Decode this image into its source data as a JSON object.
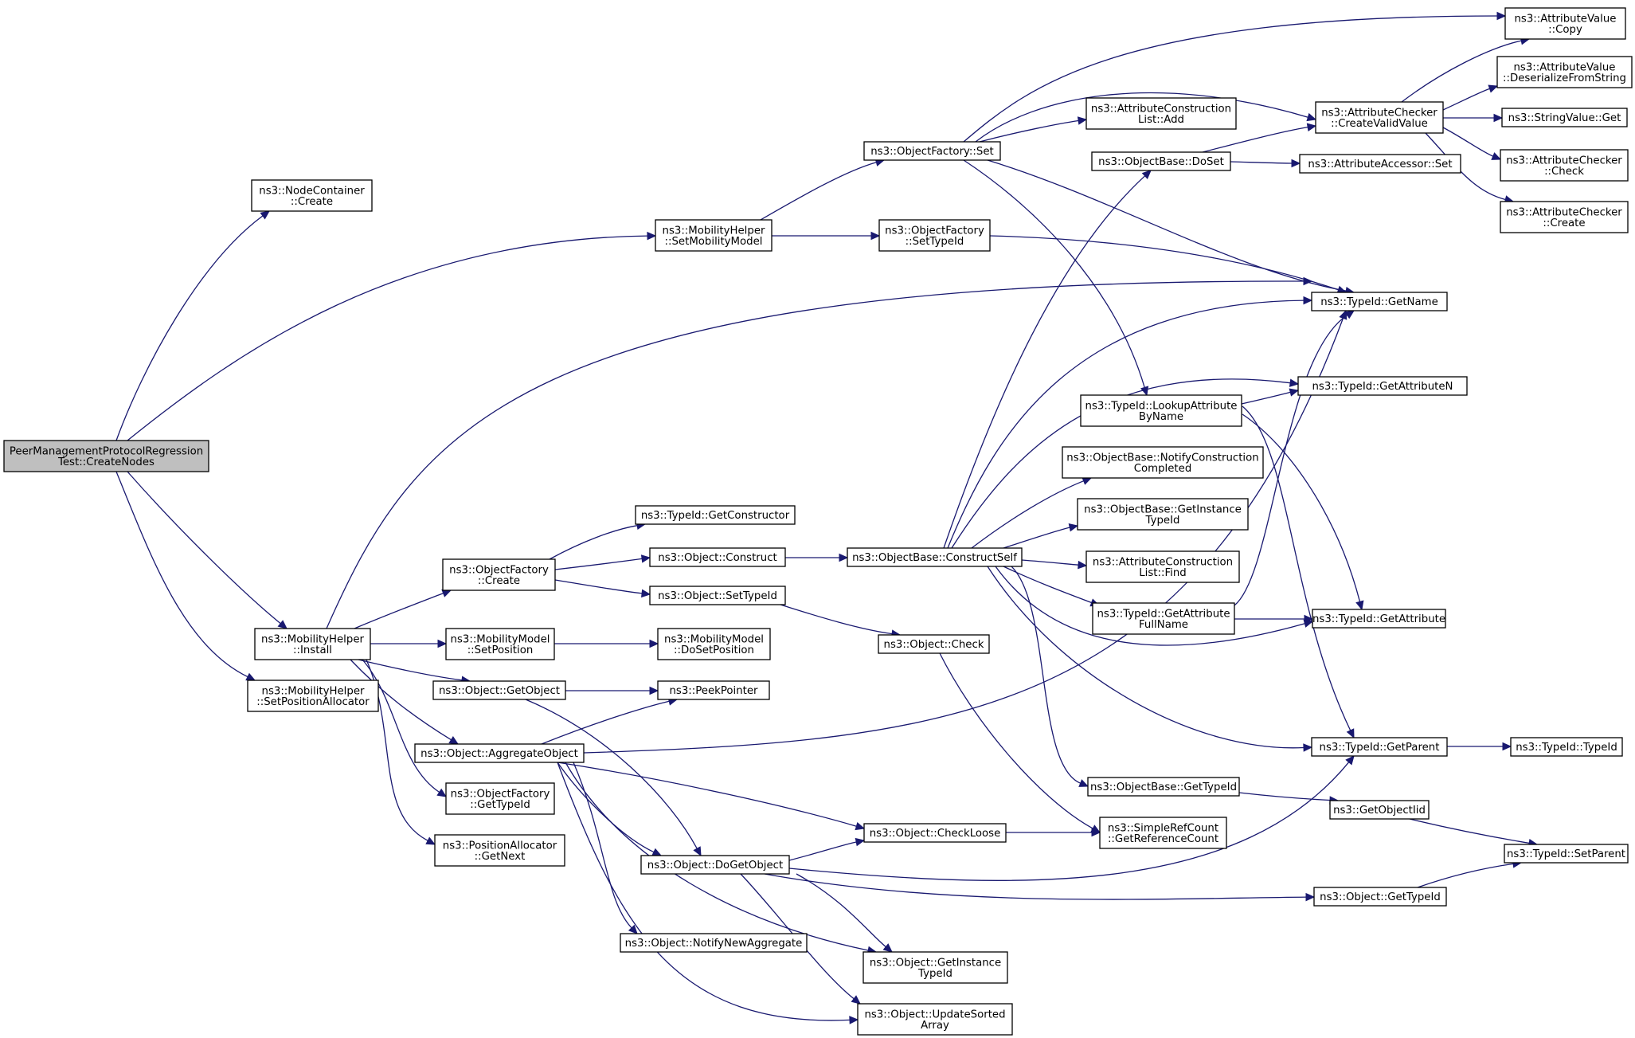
{
  "nodes": [
    {
      "id": "root",
      "lines": [
        "PeerManagementProtocolRegression",
        "Test::CreateNodes"
      ],
      "root": true
    },
    {
      "id": "nc_create",
      "lines": [
        "ns3::NodeContainer",
        "::Create"
      ]
    },
    {
      "id": "mh_setmob",
      "lines": [
        "ns3::MobilityHelper",
        "::SetMobilityModel"
      ]
    },
    {
      "id": "mh_install",
      "lines": [
        "ns3::MobilityHelper",
        "::Install"
      ]
    },
    {
      "id": "mh_setpos",
      "lines": [
        "ns3::MobilityHelper",
        "::SetPositionAllocator"
      ]
    },
    {
      "id": "of_set",
      "lines": [
        "ns3::ObjectFactory::Set"
      ]
    },
    {
      "id": "of_settypeid",
      "lines": [
        "ns3::ObjectFactory",
        "::SetTypeId"
      ]
    },
    {
      "id": "tid_getname",
      "lines": [
        "ns3::TypeId::GetName"
      ]
    },
    {
      "id": "av_copy",
      "lines": [
        "ns3::AttributeValue",
        "::Copy"
      ]
    },
    {
      "id": "acl_add",
      "lines": [
        "ns3::AttributeConstruction",
        "List::Add"
      ]
    },
    {
      "id": "ac_createvalid",
      "lines": [
        "ns3::AttributeChecker",
        "::CreateValidValue"
      ]
    },
    {
      "id": "tid_lookup",
      "lines": [
        "ns3::TypeId::LookupAttribute",
        "ByName"
      ]
    },
    {
      "id": "av_deser",
      "lines": [
        "ns3::AttributeValue",
        "::DeserializeFromString"
      ]
    },
    {
      "id": "sv_get",
      "lines": [
        "ns3::StringValue::Get"
      ]
    },
    {
      "id": "ac_check",
      "lines": [
        "ns3::AttributeChecker",
        "::Check"
      ]
    },
    {
      "id": "ac_create",
      "lines": [
        "ns3::AttributeChecker",
        "::Create"
      ]
    },
    {
      "id": "ob_doset",
      "lines": [
        "ns3::ObjectBase::DoSet"
      ]
    },
    {
      "id": "aa_set",
      "lines": [
        "ns3::AttributeAccessor::Set"
      ]
    },
    {
      "id": "of_create",
      "lines": [
        "ns3::ObjectFactory",
        "::Create"
      ]
    },
    {
      "id": "tid_getctor",
      "lines": [
        "ns3::TypeId::GetConstructor"
      ]
    },
    {
      "id": "obj_construct",
      "lines": [
        "ns3::Object::Construct"
      ]
    },
    {
      "id": "obj_settypeid",
      "lines": [
        "ns3::Object::SetTypeId"
      ]
    },
    {
      "id": "ob_constructself",
      "lines": [
        "ns3::ObjectBase::ConstructSelf"
      ]
    },
    {
      "id": "tid_getattrn",
      "lines": [
        "ns3::TypeId::GetAttributeN"
      ]
    },
    {
      "id": "ob_notify",
      "lines": [
        "ns3::ObjectBase::NotifyConstruction",
        "Completed"
      ]
    },
    {
      "id": "ob_getinst",
      "lines": [
        "ns3::ObjectBase::GetInstance",
        "TypeId"
      ]
    },
    {
      "id": "acl_find",
      "lines": [
        "ns3::AttributeConstruction",
        "List::Find"
      ]
    },
    {
      "id": "tid_getattrfull",
      "lines": [
        "ns3::TypeId::GetAttribute",
        "FullName"
      ]
    },
    {
      "id": "tid_getattr",
      "lines": [
        "ns3::TypeId::GetAttribute"
      ]
    },
    {
      "id": "mm_setpos",
      "lines": [
        "ns3::MobilityModel",
        "::SetPosition"
      ]
    },
    {
      "id": "mm_dosetpos",
      "lines": [
        "ns3::MobilityModel",
        "::DoSetPosition"
      ]
    },
    {
      "id": "obj_check",
      "lines": [
        "ns3::Object::Check"
      ]
    },
    {
      "id": "obj_getobject",
      "lines": [
        "ns3::Object::GetObject"
      ]
    },
    {
      "id": "peekpointer",
      "lines": [
        "ns3::PeekPointer"
      ]
    },
    {
      "id": "obj_aggregate",
      "lines": [
        "ns3::Object::AggregateObject"
      ]
    },
    {
      "id": "tid_getparent",
      "lines": [
        "ns3::TypeId::GetParent"
      ]
    },
    {
      "id": "tid_typeid",
      "lines": [
        "ns3::TypeId::TypeId"
      ]
    },
    {
      "id": "ob_gettypeid",
      "lines": [
        "ns3::ObjectBase::GetTypeId"
      ]
    },
    {
      "id": "of_gettypeid",
      "lines": [
        "ns3::ObjectFactory",
        "::GetTypeId"
      ]
    },
    {
      "id": "getobjectiid",
      "lines": [
        "ns3::GetObjectIid"
      ]
    },
    {
      "id": "obj_checkloose",
      "lines": [
        "ns3::Object::CheckLoose"
      ]
    },
    {
      "id": "src_getref",
      "lines": [
        "ns3::SimpleRefCount",
        "::GetReferenceCount"
      ]
    },
    {
      "id": "pa_getnext",
      "lines": [
        "ns3::PositionAllocator",
        "::GetNext"
      ]
    },
    {
      "id": "obj_dogetobject",
      "lines": [
        "ns3::Object::DoGetObject"
      ]
    },
    {
      "id": "tid_setparent",
      "lines": [
        "ns3::TypeId::SetParent"
      ]
    },
    {
      "id": "obj_gettypeid",
      "lines": [
        "ns3::Object::GetTypeId"
      ]
    },
    {
      "id": "obj_notifynew",
      "lines": [
        "ns3::Object::NotifyNewAggregate"
      ]
    },
    {
      "id": "obj_getinst",
      "lines": [
        "ns3::Object::GetInstance",
        "TypeId"
      ]
    },
    {
      "id": "obj_updatesorted",
      "lines": [
        "ns3::Object::UpdateSorted",
        "Array"
      ]
    }
  ],
  "edges": [
    [
      "root",
      "nc_create"
    ],
    [
      "root",
      "mh_setmob"
    ],
    [
      "root",
      "mh_install"
    ],
    [
      "root",
      "mh_setpos"
    ],
    [
      "mh_setmob",
      "of_set"
    ],
    [
      "mh_setmob",
      "of_settypeid"
    ],
    [
      "of_set",
      "av_copy"
    ],
    [
      "of_set",
      "acl_add"
    ],
    [
      "of_set",
      "ac_createvalid"
    ],
    [
      "of_set",
      "tid_getname"
    ],
    [
      "of_set",
      "tid_lookup"
    ],
    [
      "of_settypeid",
      "tid_getname"
    ],
    [
      "ac_createvalid",
      "av_copy"
    ],
    [
      "ac_createvalid",
      "av_deser"
    ],
    [
      "ac_createvalid",
      "sv_get"
    ],
    [
      "ac_createvalid",
      "ac_check"
    ],
    [
      "ac_createvalid",
      "ac_create"
    ],
    [
      "ob_doset",
      "ac_createvalid"
    ],
    [
      "ob_doset",
      "aa_set"
    ],
    [
      "tid_lookup",
      "tid_getattrn"
    ],
    [
      "tid_lookup",
      "tid_getattr"
    ],
    [
      "tid_lookup",
      "tid_getparent"
    ],
    [
      "mh_install",
      "tid_getname"
    ],
    [
      "mh_install",
      "of_create"
    ],
    [
      "mh_install",
      "mm_setpos"
    ],
    [
      "mh_install",
      "obj_getobject"
    ],
    [
      "mh_install",
      "obj_aggregate"
    ],
    [
      "mh_install",
      "of_gettypeid"
    ],
    [
      "mh_install",
      "pa_getnext"
    ],
    [
      "of_create",
      "tid_getctor"
    ],
    [
      "of_create",
      "obj_construct"
    ],
    [
      "of_create",
      "obj_settypeid"
    ],
    [
      "obj_construct",
      "ob_constructself"
    ],
    [
      "ob_constructself",
      "ob_doset"
    ],
    [
      "ob_constructself",
      "tid_getname"
    ],
    [
      "ob_constructself",
      "tid_getattrn"
    ],
    [
      "ob_constructself",
      "ob_notify"
    ],
    [
      "ob_constructself",
      "ob_getinst"
    ],
    [
      "ob_constructself",
      "acl_find"
    ],
    [
      "ob_constructself",
      "tid_getattrfull"
    ],
    [
      "ob_constructself",
      "tid_getattr"
    ],
    [
      "ob_constructself",
      "tid_getparent"
    ],
    [
      "ob_constructself",
      "ob_gettypeid"
    ],
    [
      "tid_getattrfull",
      "tid_getname"
    ],
    [
      "tid_getattrfull",
      "tid_getattr"
    ],
    [
      "obj_settypeid",
      "obj_check"
    ],
    [
      "obj_check",
      "src_getref"
    ],
    [
      "mm_setpos",
      "mm_dosetpos"
    ],
    [
      "obj_getobject",
      "peekpointer"
    ],
    [
      "obj_getobject",
      "obj_dogetobject"
    ],
    [
      "obj_aggregate",
      "tid_getname"
    ],
    [
      "obj_aggregate",
      "peekpointer"
    ],
    [
      "obj_aggregate",
      "obj_checkloose"
    ],
    [
      "obj_aggregate",
      "obj_dogetobject"
    ],
    [
      "obj_aggregate",
      "obj_notifynew"
    ],
    [
      "obj_aggregate",
      "obj_getinst"
    ],
    [
      "obj_aggregate",
      "obj_updatesorted"
    ],
    [
      "tid_getparent",
      "tid_typeid"
    ],
    [
      "ob_gettypeid",
      "getobjectiid"
    ],
    [
      "getobjectiid",
      "tid_setparent"
    ],
    [
      "obj_checkloose",
      "src_getref"
    ],
    [
      "obj_dogetobject",
      "obj_checkloose"
    ],
    [
      "obj_dogetobject",
      "tid_getparent"
    ],
    [
      "obj_dogetobject",
      "obj_gettypeid"
    ],
    [
      "obj_dogetobject",
      "obj_getinst"
    ],
    [
      "obj_dogetobject",
      "obj_updatesorted"
    ],
    [
      "obj_gettypeid",
      "tid_setparent"
    ]
  ]
}
